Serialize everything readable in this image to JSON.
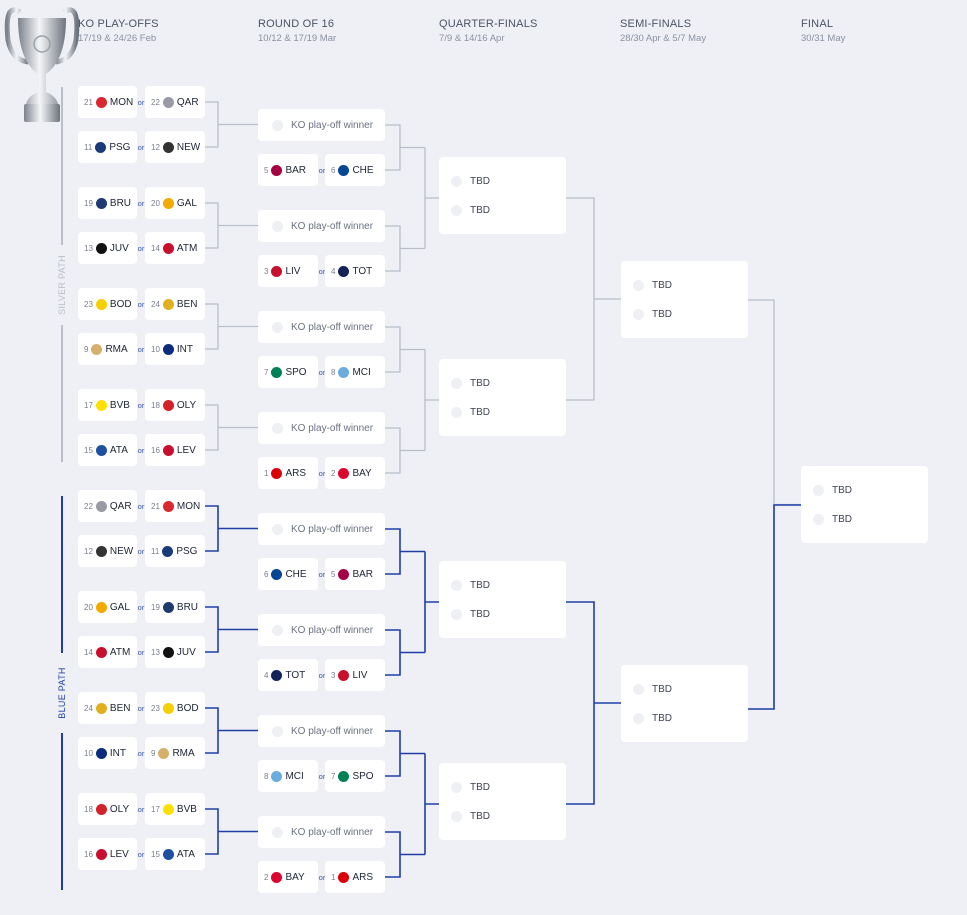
{
  "headers": [
    {
      "title": "KO PLAY-OFFS",
      "dates": "17/19 & 24/26 Feb"
    },
    {
      "title": "ROUND OF 16",
      "dates": "10/12 & 17/19 Mar"
    },
    {
      "title": "QUARTER-FINALS",
      "dates": "7/9 & 14/16 Apr"
    },
    {
      "title": "SEMI-FINALS",
      "dates": "28/30 Apr & 5/7 May"
    },
    {
      "title": "FINAL",
      "dates": "30/31 May"
    }
  ],
  "or_label": "or",
  "ko_winner_label": "KO play-off winner",
  "tbd_label": "TBD",
  "paths": [
    {
      "label": "SILVER PATH",
      "color": "#b9bec8",
      "playoffs": [
        [
          {
            "seed": "21",
            "team": "MON"
          },
          {
            "seed": "22",
            "team": "QAR"
          }
        ],
        [
          {
            "seed": "11",
            "team": "PSG"
          },
          {
            "seed": "12",
            "team": "NEW"
          }
        ],
        [
          {
            "seed": "19",
            "team": "BRU"
          },
          {
            "seed": "20",
            "team": "GAL"
          }
        ],
        [
          {
            "seed": "13",
            "team": "JUV"
          },
          {
            "seed": "14",
            "team": "ATM"
          }
        ],
        [
          {
            "seed": "23",
            "team": "BOD"
          },
          {
            "seed": "24",
            "team": "BEN"
          }
        ],
        [
          {
            "seed": "9",
            "team": "RMA"
          },
          {
            "seed": "10",
            "team": "INT"
          }
        ],
        [
          {
            "seed": "17",
            "team": "BVB"
          },
          {
            "seed": "18",
            "team": "OLY"
          }
        ],
        [
          {
            "seed": "15",
            "team": "ATA"
          },
          {
            "seed": "16",
            "team": "LEV"
          }
        ]
      ],
      "seeded": [
        [
          {
            "seed": "5",
            "team": "BAR"
          },
          {
            "seed": "6",
            "team": "CHE"
          }
        ],
        [
          {
            "seed": "3",
            "team": "LIV"
          },
          {
            "seed": "4",
            "team": "TOT"
          }
        ],
        [
          {
            "seed": "7",
            "team": "SPO"
          },
          {
            "seed": "8",
            "team": "MCI"
          }
        ],
        [
          {
            "seed": "1",
            "team": "ARS"
          },
          {
            "seed": "2",
            "team": "BAY"
          }
        ]
      ]
    },
    {
      "label": "BLUE PATH",
      "color": "#1f3fa6",
      "playoffs": [
        [
          {
            "seed": "22",
            "team": "QAR"
          },
          {
            "seed": "21",
            "team": "MON"
          }
        ],
        [
          {
            "seed": "12",
            "team": "NEW"
          },
          {
            "seed": "11",
            "team": "PSG"
          }
        ],
        [
          {
            "seed": "20",
            "team": "GAL"
          },
          {
            "seed": "19",
            "team": "BRU"
          }
        ],
        [
          {
            "seed": "14",
            "team": "ATM"
          },
          {
            "seed": "13",
            "team": "JUV"
          }
        ],
        [
          {
            "seed": "24",
            "team": "BEN"
          },
          {
            "seed": "23",
            "team": "BOD"
          }
        ],
        [
          {
            "seed": "10",
            "team": "INT"
          },
          {
            "seed": "9",
            "team": "RMA"
          }
        ],
        [
          {
            "seed": "18",
            "team": "OLY"
          },
          {
            "seed": "17",
            "team": "BVB"
          }
        ],
        [
          {
            "seed": "16",
            "team": "LEV"
          },
          {
            "seed": "15",
            "team": "ATA"
          }
        ]
      ],
      "seeded": [
        [
          {
            "seed": "6",
            "team": "CHE"
          },
          {
            "seed": "5",
            "team": "BAR"
          }
        ],
        [
          {
            "seed": "4",
            "team": "TOT"
          },
          {
            "seed": "3",
            "team": "LIV"
          }
        ],
        [
          {
            "seed": "8",
            "team": "MCI"
          },
          {
            "seed": "7",
            "team": "SPO"
          }
        ],
        [
          {
            "seed": "2",
            "team": "BAY"
          },
          {
            "seed": "1",
            "team": "ARS"
          }
        ]
      ]
    }
  ],
  "crest_colors": {
    "MON": "#d9282f",
    "QAR": "#9a9aa6",
    "PSG": "#1b3a78",
    "NEW": "#333333",
    "BRU": "#1d3b6e",
    "GAL": "#f2a900",
    "JUV": "#111111",
    "ATM": "#c8102e",
    "BOD": "#f5d000",
    "BEN": "#e0b020",
    "RMA": "#d4b06a",
    "INT": "#0a2c7a",
    "BVB": "#fde100",
    "OLY": "#d2232a",
    "ATA": "#1e4fa0",
    "LEV": "#c8102e",
    "BAR": "#a50044",
    "CHE": "#034694",
    "LIV": "#c8102e",
    "TOT": "#132257",
    "SPO": "#008057",
    "MCI": "#6cabdd",
    "ARS": "#db0007",
    "BAY": "#dc052d"
  },
  "trophy": "trophy-icon"
}
